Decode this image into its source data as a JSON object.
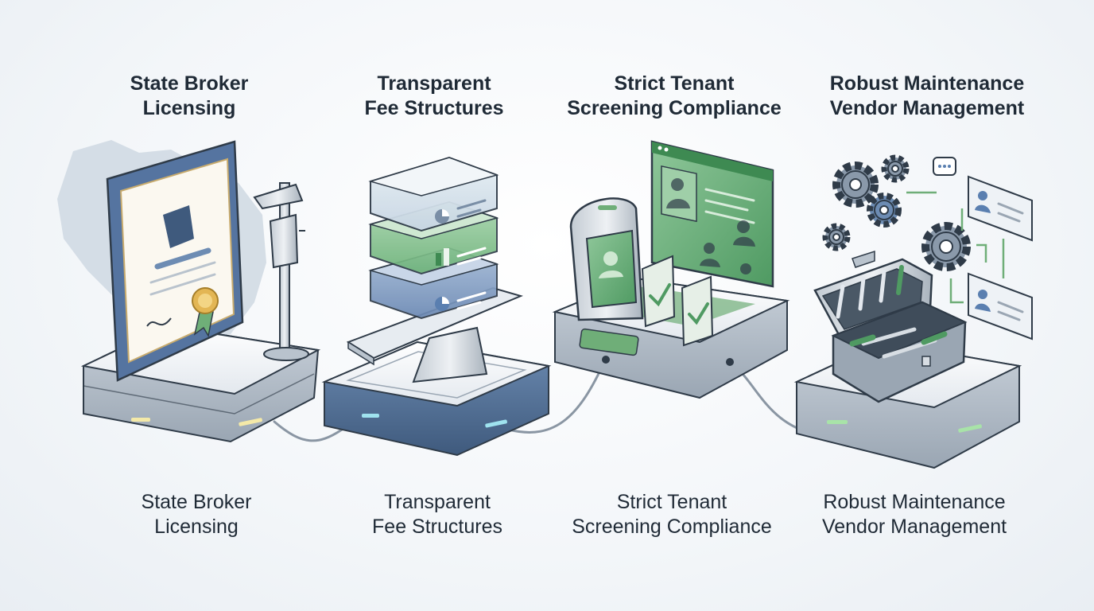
{
  "pillars": [
    {
      "id": "licensing",
      "title_line1": "State Broker",
      "title_line2": "Licensing",
      "caption_line1": "State Broker",
      "caption_line2": "Licensing",
      "icons": [
        "certificate-icon",
        "state-map-icon",
        "caliper-icon",
        "award-seal-icon"
      ]
    },
    {
      "id": "fees",
      "title_line1": "Transparent",
      "title_line2": "Fee Structures",
      "caption_line1": "Transparent",
      "caption_line2": "Fee Structures",
      "icons": [
        "stacked-layers-icon",
        "pie-chart-icon",
        "bar-chart-icon",
        "balance-platform-icon"
      ]
    },
    {
      "id": "screening",
      "title_line1": "Strict Tenant",
      "title_line2": "Screening Compliance",
      "caption_line1": "Strict Tenant",
      "caption_line2": "Screening Compliance",
      "icons": [
        "scanner-icon",
        "tenant-profile-icon",
        "checkmark-card-icon"
      ]
    },
    {
      "id": "maintenance",
      "title_line1": "Robust Maintenance",
      "title_line2": "Vendor Management",
      "caption_line1": "Robust Maintenance",
      "caption_line2": "Vendor Management",
      "icons": [
        "toolbox-icon",
        "gear-icon",
        "wrench-icon",
        "vendor-card-icon",
        "chat-bubble-icon"
      ]
    }
  ],
  "colors": {
    "text": "#1f2a36",
    "platform_light": "#eef1f4",
    "platform_dark": "#4d6a8e",
    "accent_green": "#6fae78",
    "accent_blue": "#5a7fb0",
    "stroke": "#2f3b48"
  }
}
